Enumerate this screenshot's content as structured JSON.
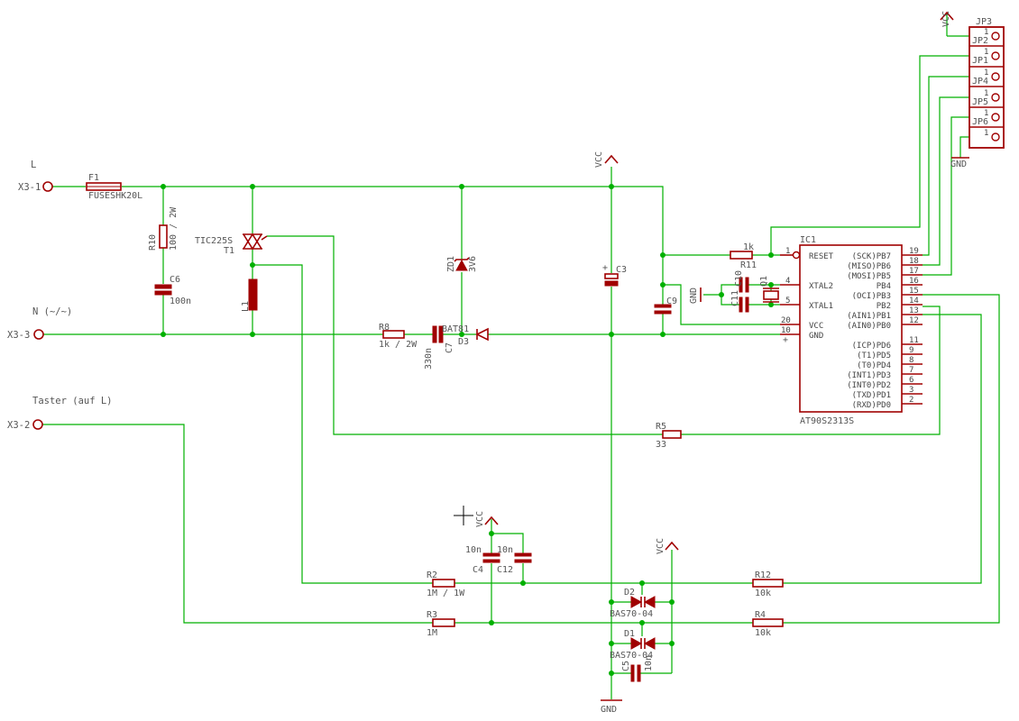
{
  "colors": {
    "wire": "#00b000",
    "component": "#a00000",
    "text": "#555555"
  },
  "connectors": {
    "x3_1": {
      "ref": "X3-1",
      "label": "L"
    },
    "x3_3": {
      "ref": "X3-3",
      "label": "N (~/~)"
    },
    "x3_2": {
      "ref": "X3-2",
      "label": "Taster (auf L)"
    }
  },
  "power": {
    "vcc": "VCC",
    "gnd": "GND"
  },
  "parts": {
    "f1": {
      "ref": "F1",
      "value": "FUSESHK20L"
    },
    "r10": {
      "ref": "R10",
      "value": "100 / 2W"
    },
    "c6": {
      "ref": "C6",
      "value": "100n"
    },
    "t1": {
      "ref": "T1",
      "value": "TIC225S"
    },
    "l1": {
      "ref": "L1"
    },
    "r8": {
      "ref": "R8",
      "value": "1k / 2W"
    },
    "c7": {
      "ref": "C7",
      "value": "330n"
    },
    "d3": {
      "ref": "D3",
      "value": "BAT81"
    },
    "zd1": {
      "ref": "ZD1",
      "value": "3V6"
    },
    "c3": {
      "ref": "C3"
    },
    "c9": {
      "ref": "C9"
    },
    "r11": {
      "ref": "R11",
      "value": "1k"
    },
    "c10": {
      "ref": "C10"
    },
    "c11": {
      "ref": "C11"
    },
    "q1": {
      "ref": "Q1"
    },
    "r5": {
      "ref": "R5",
      "value": "33"
    },
    "c4": {
      "ref": "C4",
      "value": "10n"
    },
    "c12": {
      "ref": "C12",
      "value": "10n"
    },
    "r2": {
      "ref": "R2",
      "value": "1M / 1W"
    },
    "r3": {
      "ref": "R3",
      "value": "1M"
    },
    "r12": {
      "ref": "R12",
      "value": "10k"
    },
    "r4": {
      "ref": "R4",
      "value": "10k"
    },
    "d2": {
      "ref": "D2",
      "value": "BAS70-04"
    },
    "d1": {
      "ref": "D1",
      "value": "BAS70-04"
    },
    "c5": {
      "ref": "C5",
      "value": "10n"
    }
  },
  "ic1": {
    "ref": "IC1",
    "value": "AT90S2313S",
    "left_pins": [
      {
        "num": "1",
        "name": "RESET"
      },
      {
        "num": "4",
        "name": "XTAL2"
      },
      {
        "num": "5",
        "name": "XTAL1"
      },
      {
        "num": "20",
        "name": "VCC"
      },
      {
        "num": "10",
        "name": "GND"
      }
    ],
    "right_pins": [
      {
        "num": "19",
        "name": "(SCK)PB7"
      },
      {
        "num": "18",
        "name": "(MISO)PB6"
      },
      {
        "num": "17",
        "name": "(MOSI)PB5"
      },
      {
        "num": "16",
        "name": "PB4"
      },
      {
        "num": "15",
        "name": "(OCI)PB3"
      },
      {
        "num": "14",
        "name": "PB2"
      },
      {
        "num": "13",
        "name": "(AIN1)PB1"
      },
      {
        "num": "12",
        "name": "(AIN0)PB0"
      },
      {
        "num": "11",
        "name": "(ICP)PD6"
      },
      {
        "num": "9",
        "name": "(T1)PD5"
      },
      {
        "num": "8",
        "name": "(T0)PD4"
      },
      {
        "num": "7",
        "name": "(INT1)PD3"
      },
      {
        "num": "6",
        "name": "(INT0)PD2"
      },
      {
        "num": "3",
        "name": "(TXD)PD1"
      },
      {
        "num": "2",
        "name": "(RXD)PD0"
      }
    ]
  },
  "jp": {
    "header": "JP3",
    "labels": [
      "JP2",
      "JP1",
      "JP4",
      "JP5",
      "JP6"
    ],
    "pin_num": "1"
  }
}
